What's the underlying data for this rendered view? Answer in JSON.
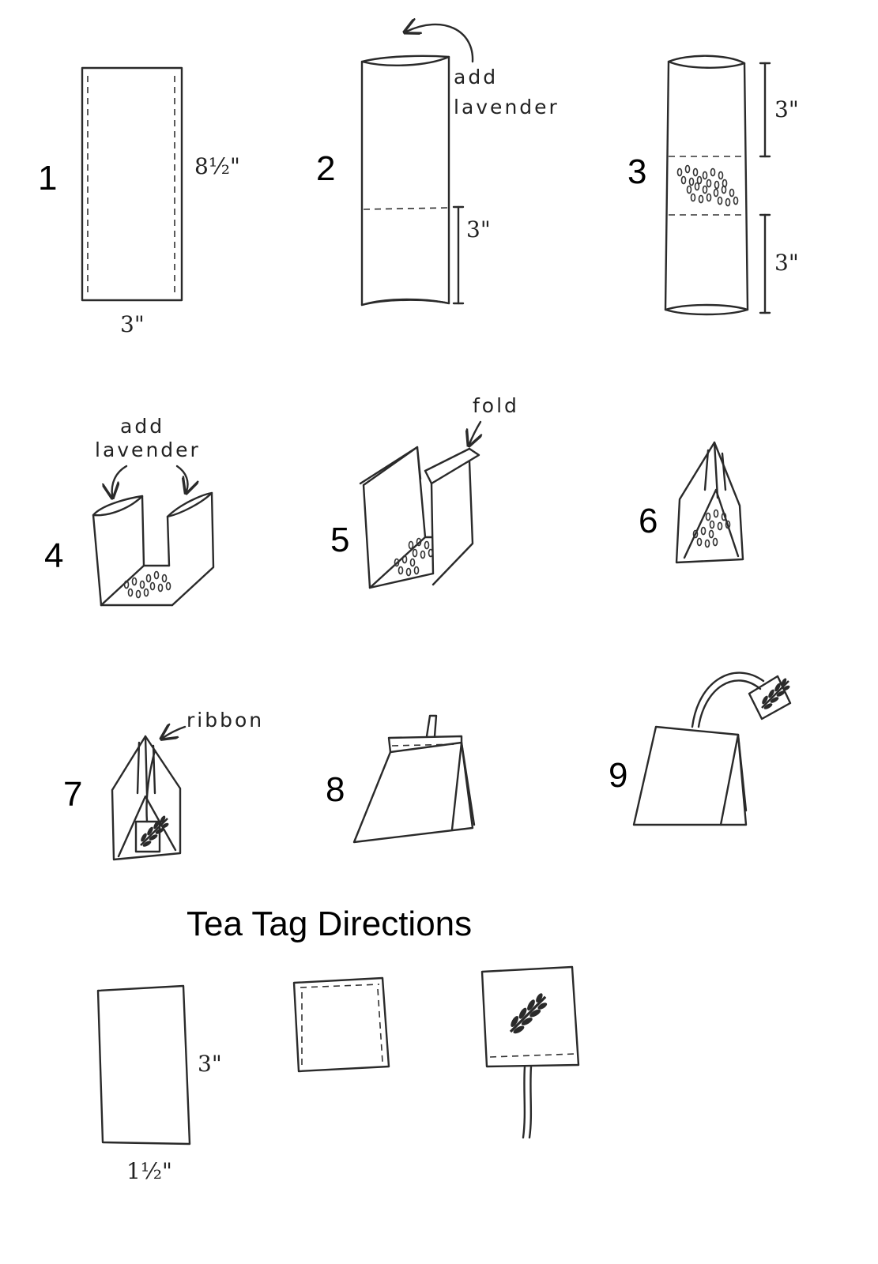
{
  "steps": [
    {
      "number": "1",
      "dimension_side": "8½\"",
      "dimension_bottom": "3\""
    },
    {
      "number": "2",
      "note": [
        "add",
        "lavender"
      ],
      "dimension": "3\""
    },
    {
      "number": "3",
      "dimension_top": "3\"",
      "dimension_bottom": "3\""
    },
    {
      "number": "4",
      "note": [
        "add",
        "lavender"
      ]
    },
    {
      "number": "5",
      "note": "fold"
    },
    {
      "number": "6"
    },
    {
      "number": "7",
      "note": "ribbon"
    },
    {
      "number": "8"
    },
    {
      "number": "9"
    }
  ],
  "tag_section": {
    "title": "Tea Tag Directions",
    "dimension_side": "3\"",
    "dimension_bottom": "1½\""
  }
}
